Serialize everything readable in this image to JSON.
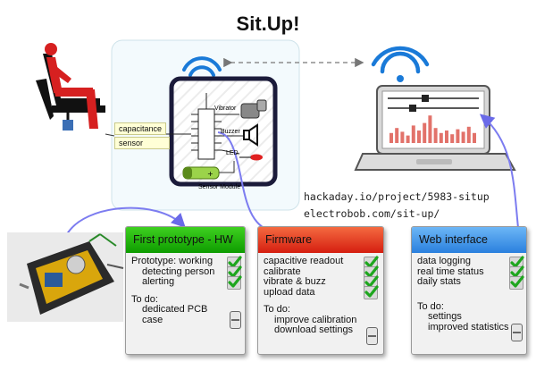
{
  "title": "Sit.Up!",
  "urls": [
    "hackaday.io/project/5983-situp",
    "electrobob.com/sit-up/"
  ],
  "module": {
    "capacitance_label": "capacitance",
    "sensor_label": "sensor",
    "vibrator_label": "Vibrator",
    "buzzer_label": "Buzzer",
    "led_label": "LED",
    "caption": "Sensor Module"
  },
  "cards": {
    "hw": {
      "title": "First prototype - HW",
      "color": "#16b800",
      "items": [
        "Prototype: working",
        "detecting person",
        "alerting"
      ],
      "todo_label": "To do:",
      "todo_items": [
        "dedicated PCB",
        "case"
      ]
    },
    "fw": {
      "title": "Firmware",
      "color": "#e8311a",
      "items": [
        "capacitive readout",
        "calibrate",
        "vibrate & buzz",
        "upload data"
      ],
      "todo_label": "To do:",
      "todo_items": [
        "improve calibration",
        "download settings"
      ]
    },
    "web": {
      "title": "Web interface",
      "color": "#2f8fe8",
      "items": [
        "data logging",
        "real time status",
        "daily stats"
      ],
      "todo_label": "To do:",
      "todo_items": [
        "settings",
        "improved statistics"
      ]
    }
  },
  "chart_bars": [
    8,
    12,
    9,
    6,
    14,
    10,
    16,
    22,
    12,
    8,
    10,
    7,
    11,
    9,
    13,
    8
  ]
}
